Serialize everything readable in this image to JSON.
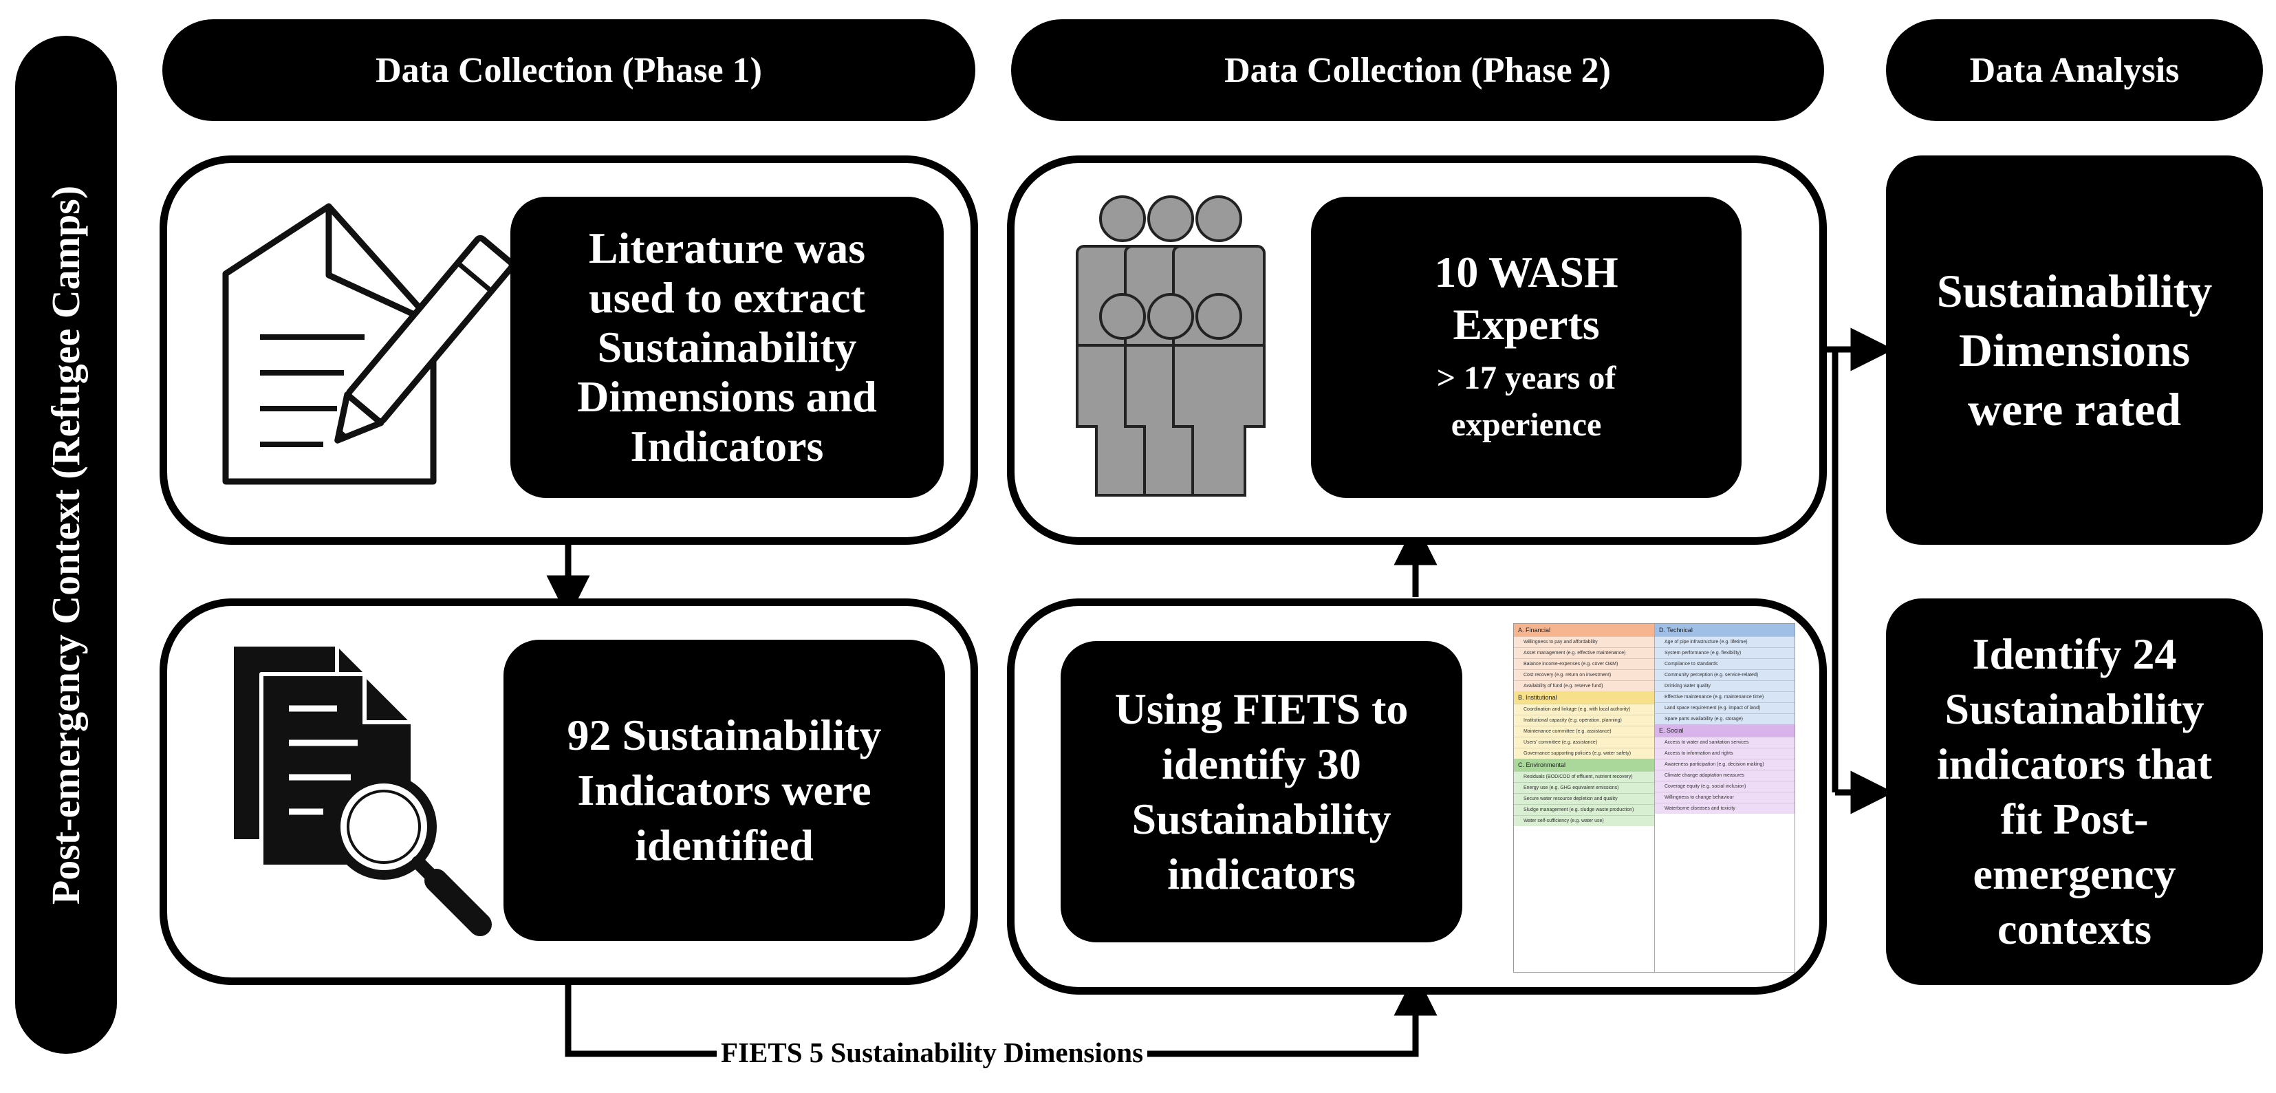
{
  "side_label": "Post-emergency Context (Refugee Camps)",
  "headers": {
    "phase1": "Data Collection (Phase 1)",
    "phase2": "Data Collection (Phase 2)",
    "analysis": "Data Analysis"
  },
  "phase1": {
    "literature": [
      "Literature was",
      "used to extract",
      "Sustainability",
      "Dimensions and",
      "Indicators"
    ],
    "identified": [
      "92 Sustainability",
      "Indicators were",
      "identified"
    ]
  },
  "phase2": {
    "experts_title": [
      "10 WASH",
      "Experts"
    ],
    "experts_sub": [
      "> 17 years of",
      "experience"
    ],
    "fiets": [
      "Using FIETS to",
      "identify 30",
      "Sustainability",
      "indicators"
    ]
  },
  "analysis": {
    "rated": [
      "Sustainability",
      "Dimensions",
      "were rated"
    ],
    "identify": [
      "Identify 24",
      "Sustainability",
      "indicators that",
      "fit Post-",
      "emergency",
      "contexts"
    ]
  },
  "bottom_label": "FIETS 5 Sustainability Dimensions",
  "fiets_table": {
    "left": [
      {
        "head": "A. Financial",
        "color": "#f6b48f",
        "items": [
          "Willingness to pay and affordability",
          "Asset management (e.g. effective maintenance)",
          "Balance income-expenses (e.g. cover O&M)",
          "Cost recovery (e.g. return on investment)",
          "Availability of fund (e.g. reserve fund)"
        ]
      },
      {
        "head": "B. Institutional",
        "color": "#f7e08a",
        "items": [
          "Coordination and linkage (e.g. with local authority)",
          "Institutional capacity (e.g. operation, planning)",
          "Maintenance committee (e.g. assistance)",
          "Users' committee (e.g. assistance)",
          "Governance supporting policies (e.g. water safety)"
        ]
      },
      {
        "head": "C. Environmental",
        "color": "#a9d89a",
        "items": [
          "Residuals (BOD/COD of effluent, nutrient recovery)",
          "Energy use (e.g. GHG equivalent emissions)",
          "Secure water resource depletion and quality",
          "Sludge management (e.g. sludge waste production)",
          "Water self-sufficiency (e.g. water use)"
        ]
      }
    ],
    "right": [
      {
        "head": "D. Technical",
        "color": "#9fbfe6",
        "items": [
          "Age of pipe infrastructure (e.g. lifetime)",
          "System performance (e.g. flexibility)",
          "Compliance to standards",
          "Community perception (e.g. service-related)",
          "Drinking water quality",
          "Effective maintenance (e.g. maintenance time)",
          "Land space requirement (e.g. impact of land)",
          "Spare parts availability (e.g. storage)"
        ]
      },
      {
        "head": "E. Social",
        "color": "#d8b4ea",
        "items": [
          "Access to water and sanitation services",
          "Access to information and rights",
          "Awareness participation (e.g. decision making)",
          "Climate change adaptation measures",
          "Coverage equity (e.g. social inclusion)",
          "Willingness to change behaviour",
          "Waterborne diseases and toxicity"
        ]
      }
    ]
  }
}
